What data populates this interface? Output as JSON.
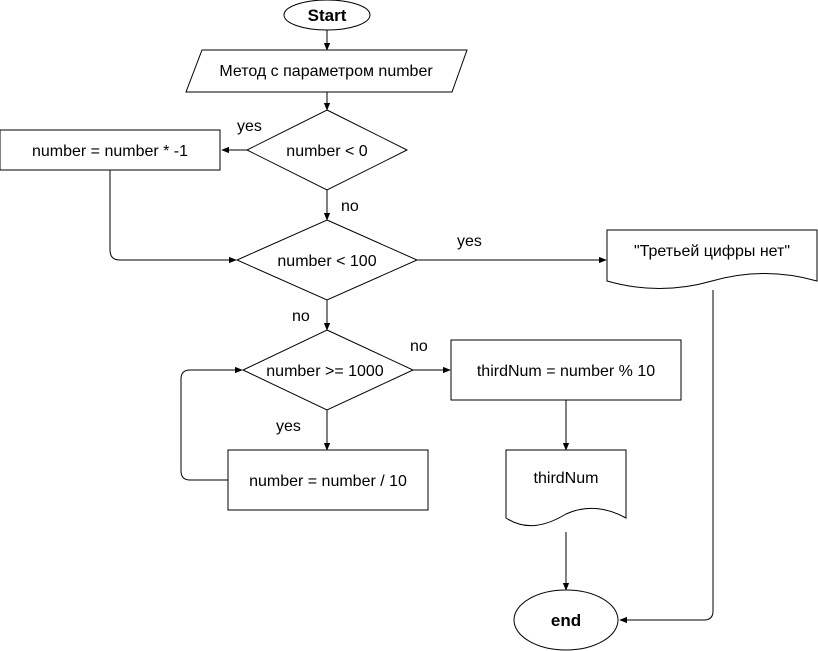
{
  "nodes": {
    "start": "Start",
    "input": "Метод с параметром number",
    "cond_negative": "number < 0",
    "negate": "number = number * -1",
    "cond_less_100": "number < 100",
    "no_third_digit": "\"Третьей цифры нет\"",
    "cond_ge_1000": "number >= 1000",
    "divide": "number = number / 10",
    "third_num_calc": "thirdNum = number % 10",
    "output": "thirdNum",
    "end": "end"
  },
  "labels": {
    "yes": "yes",
    "no": "no"
  }
}
